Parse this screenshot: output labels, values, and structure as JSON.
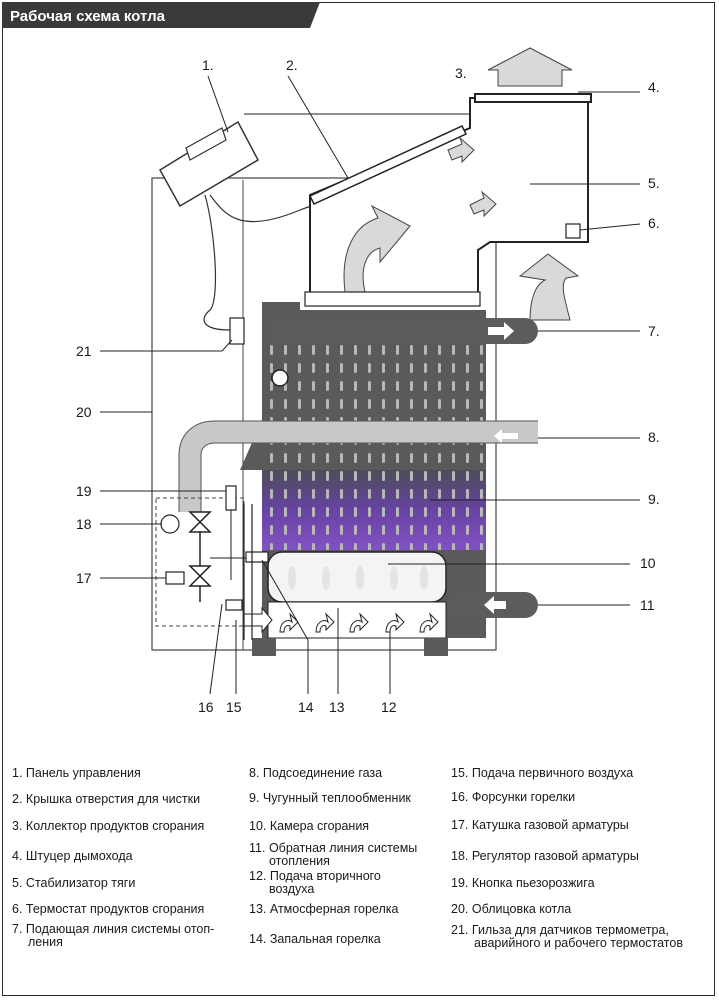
{
  "header": {
    "title": "Рабочая схема котла"
  },
  "callouts": [
    "1.",
    "2.",
    "3.",
    "4.",
    "5.",
    "6.",
    "7.",
    "8.",
    "9.",
    "10",
    "11",
    "12",
    "13",
    "14",
    "15",
    "16",
    "17",
    "18",
    "19",
    "20",
    "21"
  ],
  "legend": [
    {
      "n": "1.",
      "text": "Панель управления"
    },
    {
      "n": "2.",
      "text": "Крышка отверстия для чистки"
    },
    {
      "n": "3.",
      "text": "Коллектор продуктов сгорания"
    },
    {
      "n": "4.",
      "text": "Штуцер дымохода"
    },
    {
      "n": "5.",
      "text": "Стабилизатор тяги"
    },
    {
      "n": "6.",
      "text": "Термостат продуктов сгорания"
    },
    {
      "n": "7.",
      "text": "Подающая линия системы отоп-",
      "text2": "ления"
    },
    {
      "n": "8.",
      "text": "Подсоединение газа"
    },
    {
      "n": "9.",
      "text": "Чугунный теплообменник"
    },
    {
      "n": "10.",
      "text": "Камера сгорания"
    },
    {
      "n": "11.",
      "text": "Обратная линия системы",
      "text2": "отопления"
    },
    {
      "n": "12.",
      "text": "Подача вторичного",
      "text2": "воздуха"
    },
    {
      "n": "13.",
      "text": "Атмосферная горелка"
    },
    {
      "n": "14.",
      "text": "Запальная горелка"
    },
    {
      "n": "15.",
      "text": "Подача первичного воздуха"
    },
    {
      "n": "16.",
      "text": "Форсунки горелки"
    },
    {
      "n": "17.",
      "text": "Катушка  газовой арматуры"
    },
    {
      "n": "18.",
      "text": "Регулятор газовой арматуры"
    },
    {
      "n": "19.",
      "text": "Кнопка пьезорозжига"
    },
    {
      "n": "20.",
      "text": "Облицовка котла"
    },
    {
      "n": "21.",
      "text": "Гильза для датчиков термометра,",
      "text2": "аварийного и рабочего термостатов"
    }
  ],
  "colors": {
    "header_bg": "#3a3a3a",
    "heat_exchanger": "#5a5a5a",
    "flame_zone": "#6a3fb0",
    "combustion_chamber": "#efefef",
    "pipe": "#5c5c5c",
    "arrow_fill": "#d9d9d9"
  }
}
